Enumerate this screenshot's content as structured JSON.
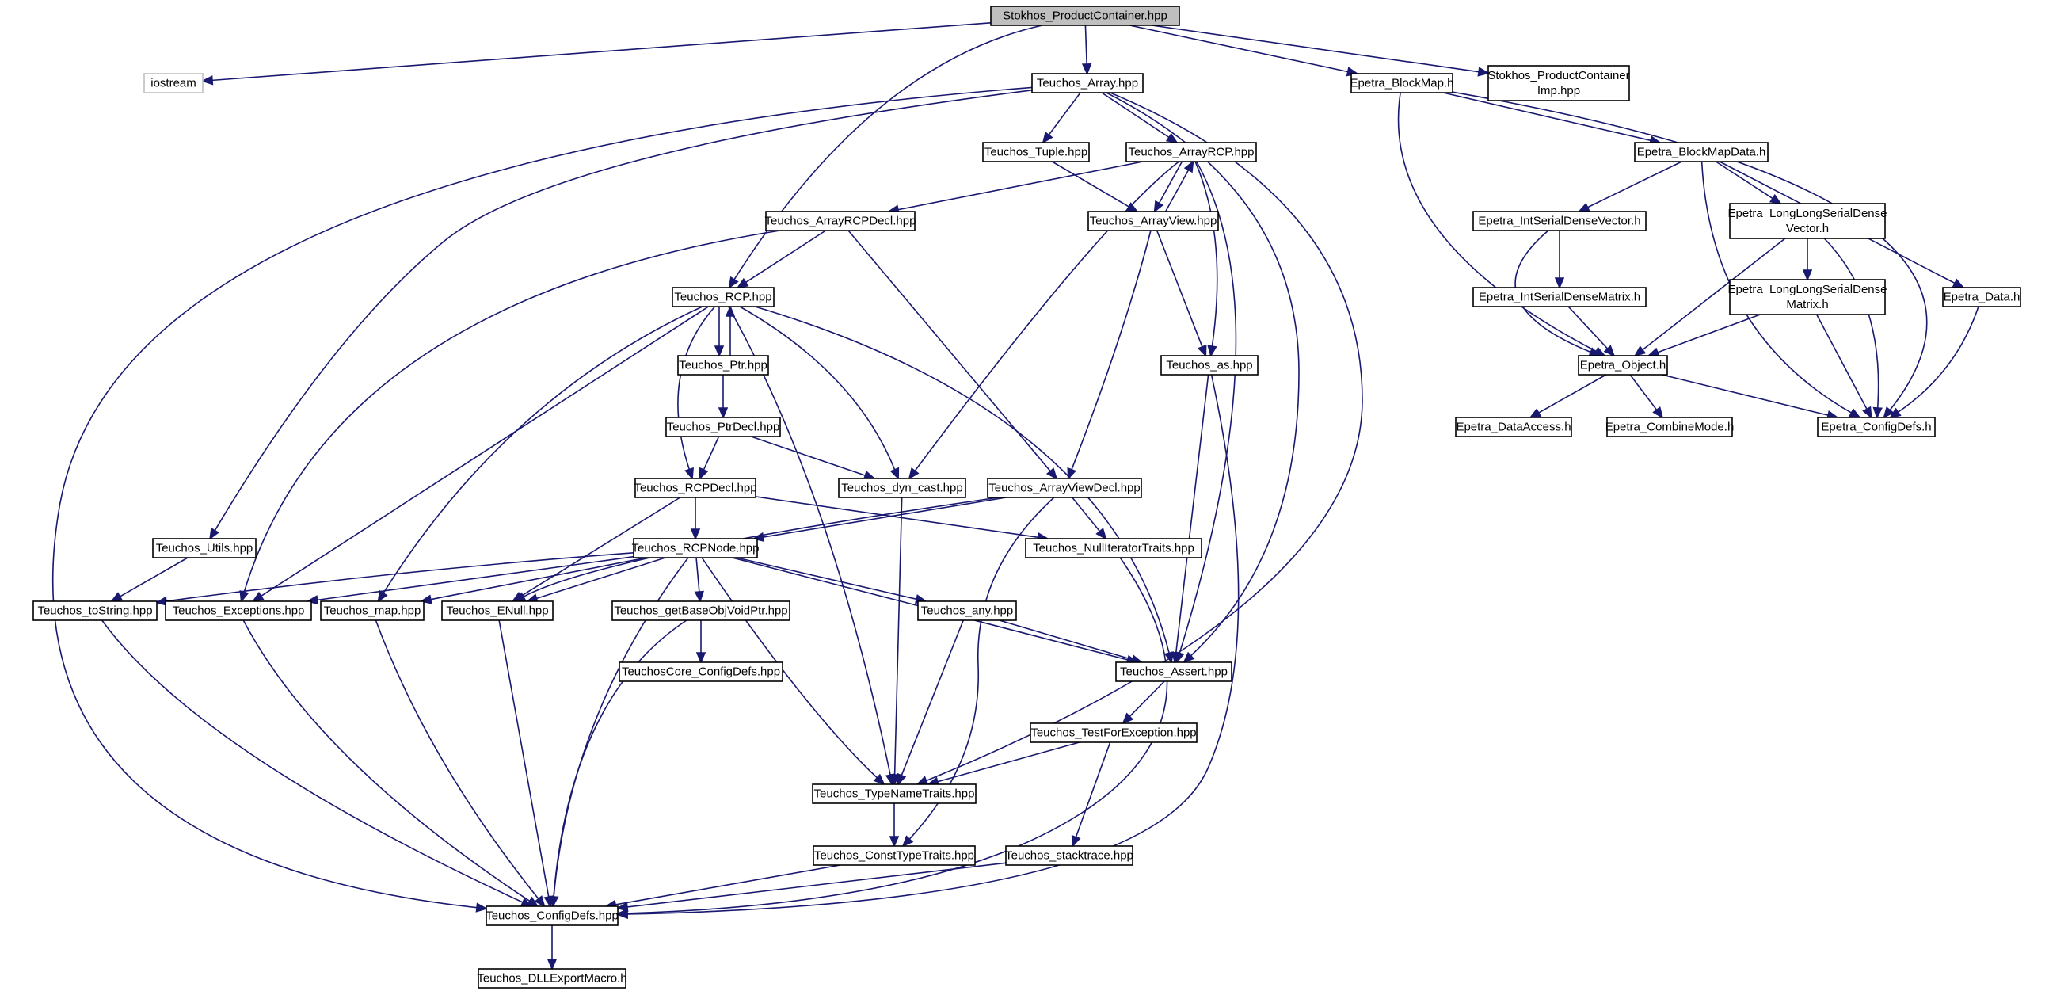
{
  "diagram": {
    "type": "include-dependency-graph",
    "colors": {
      "edge": "#191970",
      "node_border": "#000000",
      "root_fill": "#bfbfbf",
      "external_border": "#bfbfbf",
      "background": "#ffffff"
    },
    "nodes": [
      {
        "id": "stokhos_pc",
        "lines": [
          "Stokhos_ProductContainer.hpp"
        ],
        "style": "root"
      },
      {
        "id": "iostream",
        "lines": [
          "iostream"
        ],
        "style": "external"
      },
      {
        "id": "teuchos_array",
        "lines": [
          "Teuchos_Array.hpp"
        ]
      },
      {
        "id": "epetra_blockmap",
        "lines": [
          "Epetra_BlockMap.h"
        ]
      },
      {
        "id": "stokhos_pc_imp",
        "lines": [
          "Stokhos_ProductContainer",
          "Imp.hpp"
        ]
      },
      {
        "id": "teuchos_tuple",
        "lines": [
          "Teuchos_Tuple.hpp"
        ]
      },
      {
        "id": "teuchos_arrayrcp",
        "lines": [
          "Teuchos_ArrayRCP.hpp"
        ]
      },
      {
        "id": "epetra_blockmapdata",
        "lines": [
          "Epetra_BlockMapData.h"
        ]
      },
      {
        "id": "teuchos_arrayrcpdecl",
        "lines": [
          "Teuchos_ArrayRCPDecl.hpp"
        ]
      },
      {
        "id": "teuchos_arrayview",
        "lines": [
          "Teuchos_ArrayView.hpp"
        ]
      },
      {
        "id": "epetra_intserialdensevector",
        "lines": [
          "Epetra_IntSerialDenseVector.h"
        ]
      },
      {
        "id": "epetra_llsdv",
        "lines": [
          "Epetra_LongLongSerialDense",
          "Vector.h"
        ]
      },
      {
        "id": "teuchos_rcp",
        "lines": [
          "Teuchos_RCP.hpp"
        ]
      },
      {
        "id": "epetra_intserialdensematrix",
        "lines": [
          "Epetra_IntSerialDenseMatrix.h"
        ]
      },
      {
        "id": "epetra_llsdm",
        "lines": [
          "Epetra_LongLongSerialDense",
          "Matrix.h"
        ]
      },
      {
        "id": "epetra_data",
        "lines": [
          "Epetra_Data.h"
        ]
      },
      {
        "id": "teuchos_ptr",
        "lines": [
          "Teuchos_Ptr.hpp"
        ]
      },
      {
        "id": "teuchos_as",
        "lines": [
          "Teuchos_as.hpp"
        ]
      },
      {
        "id": "epetra_object",
        "lines": [
          "Epetra_Object.h"
        ]
      },
      {
        "id": "teuchos_ptrdecl",
        "lines": [
          "Teuchos_PtrDecl.hpp"
        ]
      },
      {
        "id": "epetra_dataaccess",
        "lines": [
          "Epetra_DataAccess.h"
        ]
      },
      {
        "id": "epetra_combinemode",
        "lines": [
          "Epetra_CombineMode.h"
        ]
      },
      {
        "id": "epetra_configdefs",
        "lines": [
          "Epetra_ConfigDefs.h"
        ]
      },
      {
        "id": "teuchos_rcpdecl",
        "lines": [
          "Teuchos_RCPDecl.hpp"
        ]
      },
      {
        "id": "teuchos_dyncast",
        "lines": [
          "Teuchos_dyn_cast.hpp"
        ]
      },
      {
        "id": "teuchos_arrayviewdecl",
        "lines": [
          "Teuchos_ArrayViewDecl.hpp"
        ]
      },
      {
        "id": "teuchos_utils",
        "lines": [
          "Teuchos_Utils.hpp"
        ]
      },
      {
        "id": "teuchos_rcpnode",
        "lines": [
          "Teuchos_RCPNode.hpp"
        ]
      },
      {
        "id": "teuchos_nulliter",
        "lines": [
          "Teuchos_NullIteratorTraits.hpp"
        ]
      },
      {
        "id": "teuchos_tostring",
        "lines": [
          "Teuchos_toString.hpp"
        ]
      },
      {
        "id": "teuchos_exceptions",
        "lines": [
          "Teuchos_Exceptions.hpp"
        ]
      },
      {
        "id": "teuchos_map",
        "lines": [
          "Teuchos_map.hpp"
        ]
      },
      {
        "id": "teuchos_enull",
        "lines": [
          "Teuchos_ENull.hpp"
        ]
      },
      {
        "id": "teuchos_getbase",
        "lines": [
          "Teuchos_getBaseObjVoidPtr.hpp"
        ]
      },
      {
        "id": "teuchos_any",
        "lines": [
          "Teuchos_any.hpp"
        ]
      },
      {
        "id": "teuchos_assert",
        "lines": [
          "Teuchos_Assert.hpp"
        ]
      },
      {
        "id": "teuchoscore_configdefs",
        "lines": [
          "TeuchosCore_ConfigDefs.hpp"
        ]
      },
      {
        "id": "teuchos_testforexc",
        "lines": [
          "Teuchos_TestForException.hpp"
        ]
      },
      {
        "id": "teuchos_typename",
        "lines": [
          "Teuchos_TypeNameTraits.hpp"
        ]
      },
      {
        "id": "teuchos_consttype",
        "lines": [
          "Teuchos_ConstTypeTraits.hpp"
        ]
      },
      {
        "id": "teuchos_stacktrace",
        "lines": [
          "Teuchos_stacktrace.hpp"
        ]
      },
      {
        "id": "teuchos_configdefs",
        "lines": [
          "Teuchos_ConfigDefs.hpp"
        ]
      },
      {
        "id": "teuchos_dllexport",
        "lines": [
          "Teuchos_DLLExportMacro.h"
        ]
      }
    ],
    "edges": [
      {
        "from": "stokhos_pc",
        "to": "iostream"
      },
      {
        "from": "stokhos_pc",
        "to": "teuchos_array"
      },
      {
        "from": "stokhos_pc",
        "to": "teuchos_rcp"
      },
      {
        "from": "stokhos_pc",
        "to": "epetra_blockmap"
      },
      {
        "from": "stokhos_pc",
        "to": "stokhos_pc_imp"
      },
      {
        "from": "teuchos_array",
        "to": "teuchos_tuple"
      },
      {
        "from": "teuchos_array",
        "to": "teuchos_arrayrcp"
      },
      {
        "from": "teuchos_array",
        "to": "teuchos_utils"
      },
      {
        "from": "teuchos_array",
        "to": "teuchos_configdefs"
      },
      {
        "from": "teuchos_array",
        "to": "teuchos_assert"
      },
      {
        "from": "teuchos_array",
        "to": "teuchos_typename"
      },
      {
        "from": "teuchos_tuple",
        "to": "teuchos_arrayview"
      },
      {
        "from": "teuchos_arrayrcp",
        "to": "teuchos_arrayrcpdecl"
      },
      {
        "from": "teuchos_arrayrcp",
        "to": "teuchos_arrayview"
      },
      {
        "from": "teuchos_arrayrcp",
        "to": "teuchos_dyncast"
      },
      {
        "from": "teuchos_arrayrcp",
        "to": "teuchos_as"
      },
      {
        "from": "teuchos_arrayrcp",
        "to": "teuchos_assert"
      },
      {
        "from": "teuchos_arrayview",
        "to": "teuchos_arrayrcp"
      },
      {
        "from": "teuchos_arrayview",
        "to": "teuchos_arrayviewdecl"
      },
      {
        "from": "teuchos_arrayview",
        "to": "teuchos_as"
      },
      {
        "from": "teuchos_arrayrcpdecl",
        "to": "teuchos_rcp"
      },
      {
        "from": "teuchos_arrayrcpdecl",
        "to": "teuchos_arrayviewdecl"
      },
      {
        "from": "teuchos_arrayrcpdecl",
        "to": "teuchos_exceptions"
      },
      {
        "from": "teuchos_rcp",
        "to": "teuchos_ptr"
      },
      {
        "from": "teuchos_rcp",
        "to": "teuchos_rcpdecl"
      },
      {
        "from": "teuchos_rcp",
        "to": "teuchos_dyncast"
      },
      {
        "from": "teuchos_rcp",
        "to": "teuchos_map"
      },
      {
        "from": "teuchos_rcp",
        "to": "teuchos_exceptions"
      },
      {
        "from": "teuchos_rcp",
        "to": "teuchos_typename"
      },
      {
        "from": "teuchos_rcp",
        "to": "teuchos_assert"
      },
      {
        "from": "teuchos_ptr",
        "to": "teuchos_rcp"
      },
      {
        "from": "teuchos_ptr",
        "to": "teuchos_ptrdecl"
      },
      {
        "from": "teuchos_ptrdecl",
        "to": "teuchos_rcpdecl"
      },
      {
        "from": "teuchos_ptrdecl",
        "to": "teuchos_dyncast"
      },
      {
        "from": "teuchos_rcpdecl",
        "to": "teuchos_rcpnode"
      },
      {
        "from": "teuchos_rcpdecl",
        "to": "teuchos_enull"
      },
      {
        "from": "teuchos_rcpdecl",
        "to": "teuchos_nulliter"
      },
      {
        "from": "teuchos_arrayviewdecl",
        "to": "teuchos_rcpnode"
      },
      {
        "from": "teuchos_arrayviewdecl",
        "to": "teuchos_nulliter"
      },
      {
        "from": "teuchos_arrayviewdecl",
        "to": "teuchos_enull"
      },
      {
        "from": "teuchos_arrayviewdecl",
        "to": "teuchos_consttype"
      },
      {
        "from": "teuchos_dyncast",
        "to": "teuchos_typename"
      },
      {
        "from": "teuchos_utils",
        "to": "teuchos_tostring"
      },
      {
        "from": "teuchos_rcpnode",
        "to": "teuchos_tostring"
      },
      {
        "from": "teuchos_rcpnode",
        "to": "teuchos_exceptions"
      },
      {
        "from": "teuchos_rcpnode",
        "to": "teuchos_map"
      },
      {
        "from": "teuchos_rcpnode",
        "to": "teuchos_enull"
      },
      {
        "from": "teuchos_rcpnode",
        "to": "teuchos_getbase"
      },
      {
        "from": "teuchos_rcpnode",
        "to": "teuchos_any"
      },
      {
        "from": "teuchos_rcpnode",
        "to": "teuchos_assert"
      },
      {
        "from": "teuchos_rcpnode",
        "to": "teuchos_configdefs"
      },
      {
        "from": "teuchos_rcpnode",
        "to": "teuchos_typename"
      },
      {
        "from": "teuchos_nulliter",
        "to": "teuchos_configdefs"
      },
      {
        "from": "teuchos_tostring",
        "to": "teuchos_configdefs"
      },
      {
        "from": "teuchos_exceptions",
        "to": "teuchos_configdefs"
      },
      {
        "from": "teuchos_map",
        "to": "teuchos_configdefs"
      },
      {
        "from": "teuchos_enull",
        "to": "teuchos_configdefs"
      },
      {
        "from": "teuchos_getbase",
        "to": "teuchoscore_configdefs"
      },
      {
        "from": "teuchos_getbase",
        "to": "teuchos_configdefs"
      },
      {
        "from": "teuchos_any",
        "to": "teuchos_assert"
      },
      {
        "from": "teuchos_any",
        "to": "teuchos_typename"
      },
      {
        "from": "teuchos_as",
        "to": "teuchos_assert"
      },
      {
        "from": "teuchos_as",
        "to": "teuchos_configdefs"
      },
      {
        "from": "teuchos_assert",
        "to": "teuchos_testforexc"
      },
      {
        "from": "teuchos_testforexc",
        "to": "teuchos_typename"
      },
      {
        "from": "teuchos_testforexc",
        "to": "teuchos_stacktrace"
      },
      {
        "from": "teuchos_typename",
        "to": "teuchos_consttype"
      },
      {
        "from": "teuchos_consttype",
        "to": "teuchos_configdefs"
      },
      {
        "from": "teuchos_stacktrace",
        "to": "teuchos_configdefs"
      },
      {
        "from": "teuchos_configdefs",
        "to": "teuchos_dllexport"
      },
      {
        "from": "epetra_blockmap",
        "to": "epetra_blockmapdata"
      },
      {
        "from": "epetra_blockmap",
        "to": "epetra_object"
      },
      {
        "from": "epetra_blockmap",
        "to": "epetra_configdefs"
      },
      {
        "from": "epetra_blockmapdata",
        "to": "epetra_intserialdensevector"
      },
      {
        "from": "epetra_blockmapdata",
        "to": "epetra_llsdv"
      },
      {
        "from": "epetra_blockmapdata",
        "to": "epetra_data"
      },
      {
        "from": "epetra_blockmapdata",
        "to": "epetra_configdefs"
      },
      {
        "from": "epetra_intserialdensevector",
        "to": "epetra_intserialdensematrix"
      },
      {
        "from": "epetra_intserialdensevector",
        "to": "epetra_object"
      },
      {
        "from": "epetra_intserialdensematrix",
        "to": "epetra_object"
      },
      {
        "from": "epetra_llsdv",
        "to": "epetra_llsdm"
      },
      {
        "from": "epetra_llsdv",
        "to": "epetra_object"
      },
      {
        "from": "epetra_llsdv",
        "to": "epetra_configdefs"
      },
      {
        "from": "epetra_llsdm",
        "to": "epetra_object"
      },
      {
        "from": "epetra_llsdm",
        "to": "epetra_configdefs"
      },
      {
        "from": "epetra_data",
        "to": "epetra_configdefs"
      },
      {
        "from": "epetra_object",
        "to": "epetra_dataaccess"
      },
      {
        "from": "epetra_object",
        "to": "epetra_combinemode"
      },
      {
        "from": "epetra_object",
        "to": "epetra_configdefs"
      }
    ]
  }
}
